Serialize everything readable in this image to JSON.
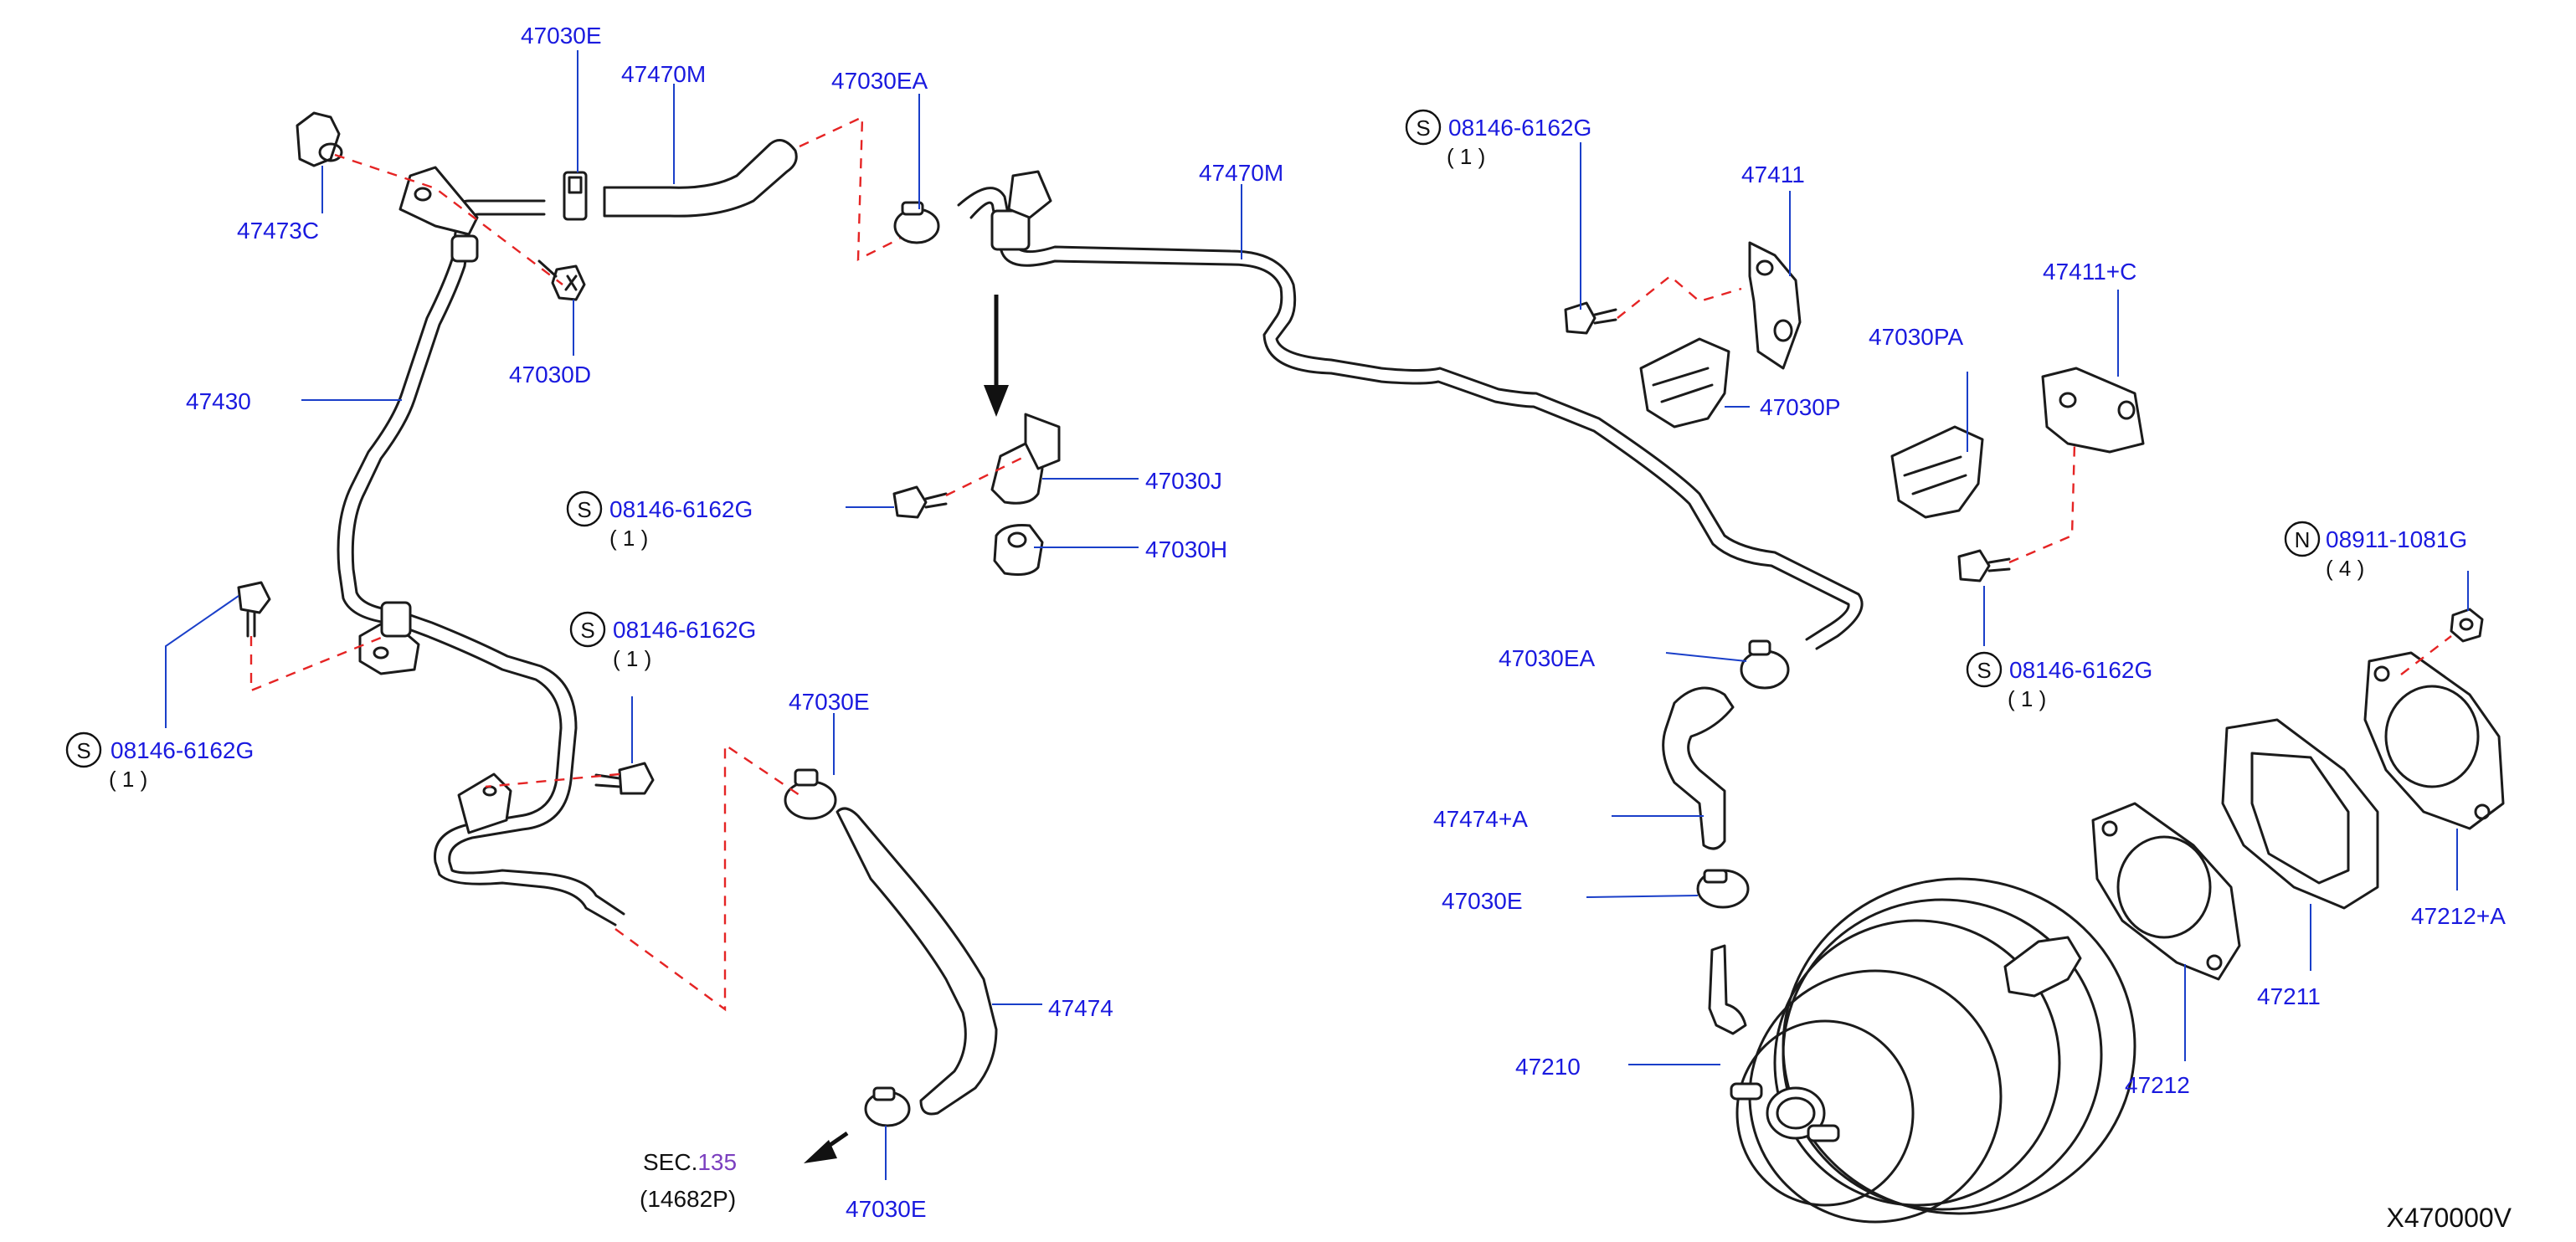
{
  "callouts": {
    "c47030E_top": "47030E",
    "c47470M_top": "47470M",
    "c47030EA_top": "47030EA",
    "c47473C": "47473C",
    "c47030D": "47030D",
    "c47430": "47430",
    "c47470M_right": "47470M",
    "c08146_1": "08146-6162G",
    "c47411": "47411",
    "c47030J": "47030J",
    "c08146_2": "08146-6162G",
    "c47030H": "47030H",
    "c47030PA": "47030PA",
    "c47030P": "47030P",
    "c47411C": "47411+C",
    "c08911": "08911-1081G",
    "c08146_3": "08146-6162G",
    "c47030EA_mid": "47030EA",
    "c08146_4": "08146-6162G",
    "c08146_5": "08146-6162G",
    "c47030E_mid": "47030E",
    "c47474A": "47474+A",
    "c47030E_right": "47030E",
    "c47474": "47474",
    "c47210": "47210",
    "c47212": "47212",
    "c47211": "47211",
    "c47212A": "47212+A",
    "c47030E_bottom": "47030E"
  },
  "quantities": {
    "q1": "( 1 )",
    "q2": "( 1 )",
    "q3": "( 1 )",
    "q4": "( 1 )",
    "q5": "( 1 )",
    "q_n": "( 4 )"
  },
  "badges": {
    "s": "S",
    "n": "N"
  },
  "section_ref": {
    "prefix": "SEC.",
    "number": "135",
    "sub": "(14682P)"
  },
  "diagram_code": "X470000V",
  "colors": {
    "callout": "#1a1adf",
    "leader": "#1a3fc9",
    "dashed_line": "#e52424",
    "section_number": "#7b3fbf",
    "part_outline": "#1b1b1b"
  },
  "icons": {
    "standard_part": "circle-s-badge",
    "nut_part": "circle-n-badge",
    "direction": "arrow-icon"
  }
}
